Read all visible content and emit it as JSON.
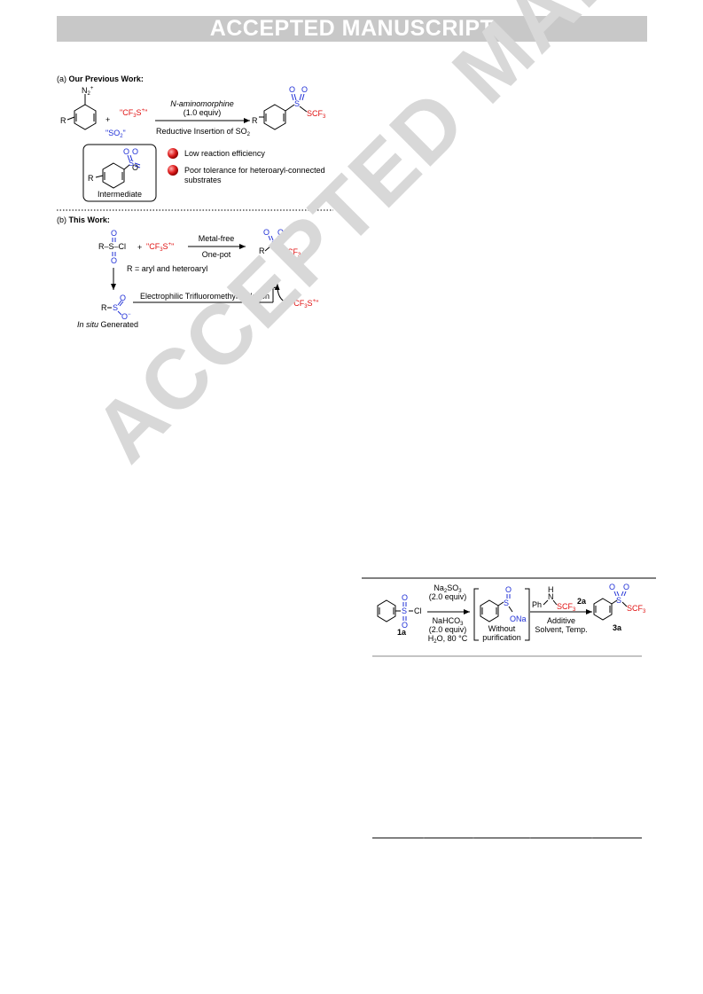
{
  "banner": "ACCEPTED MANUSCRIPT",
  "watermark": "ACCEPTED MANUSCRIPT",
  "scheme_a": {
    "heading_prefix": "(a) ",
    "heading_bold": "Our Previous Work:",
    "diazonium": "N",
    "r_group": "R",
    "plus": "+",
    "cf3s": "\"CF",
    "so2": "\"SO",
    "reagent_top": "N-aminomorphine",
    "reagent_equiv": "(1.0 equiv)",
    "reagent_bottom": "Reductive Insertion of SO",
    "product_tail": "SCF",
    "intermediate_label": "Intermediate",
    "bullet1": "Low reaction efficiency",
    "bullet2_line1": "Poor tolerance for heteroaryl-connected",
    "bullet2_line2": "substrates"
  },
  "scheme_b": {
    "heading_prefix": "(b) ",
    "heading_bold": "This Work:",
    "sulfonyl_chloride": "R–S–Cl",
    "r_group": "R",
    "cf3s": "\"CF",
    "plus": "+",
    "arrow_top": "Metal-free",
    "arrow_bottom": "One-pot",
    "product_tail": "SCF",
    "r_def": "R = aryl and heteroaryl",
    "bottom_arrow": "Electrophilic Trifluoromethylthiolation",
    "in_situ_italic": "In situ",
    "in_situ_rest": " Generated",
    "cf3s_reagent": "\"CF"
  },
  "table": {
    "reagent1": "Na",
    "reagent1_equiv": "(2.0 equiv)",
    "reagent2": "NaHCO",
    "reagent2_equiv": "(2.0 equiv)",
    "conditions": "H",
    "conditions_rest": "O, 80 °C",
    "cl": "Cl",
    "label_1a": "1a",
    "sulfinate": "ONa",
    "without1": "Without",
    "without2": "purification",
    "ph": "Ph",
    "nh": "N",
    "h": "H",
    "scf3": "SCF",
    "label_2a": "2a",
    "additive": "Additive",
    "solvent": "Solvent, Temp.",
    "label_3a": "3a"
  }
}
